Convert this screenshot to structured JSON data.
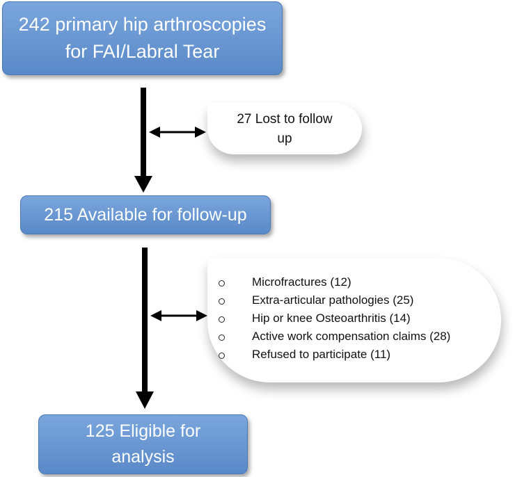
{
  "boxes": [
    {
      "lines": [
        "242 primary hip arthroscopies",
        "for FAI/Labral Tear"
      ]
    },
    {
      "lines": [
        "215 Available for follow-up"
      ]
    },
    {
      "lines": [
        "125 Eligible for",
        "analysis"
      ]
    }
  ],
  "exclusions": [
    {
      "lines": [
        "27 Lost to follow",
        "up"
      ]
    },
    {
      "items": [
        "Microfractures (12)",
        "Extra-articular pathologies (25)",
        "Hip or knee Osteoarthritis (14)",
        "Active work compensation claims (28)",
        "Refused to participate (11)"
      ]
    }
  ],
  "colors": {
    "box_fill": "#6a98d4",
    "box_text": "#ffffff",
    "arrow": "#000000"
  }
}
